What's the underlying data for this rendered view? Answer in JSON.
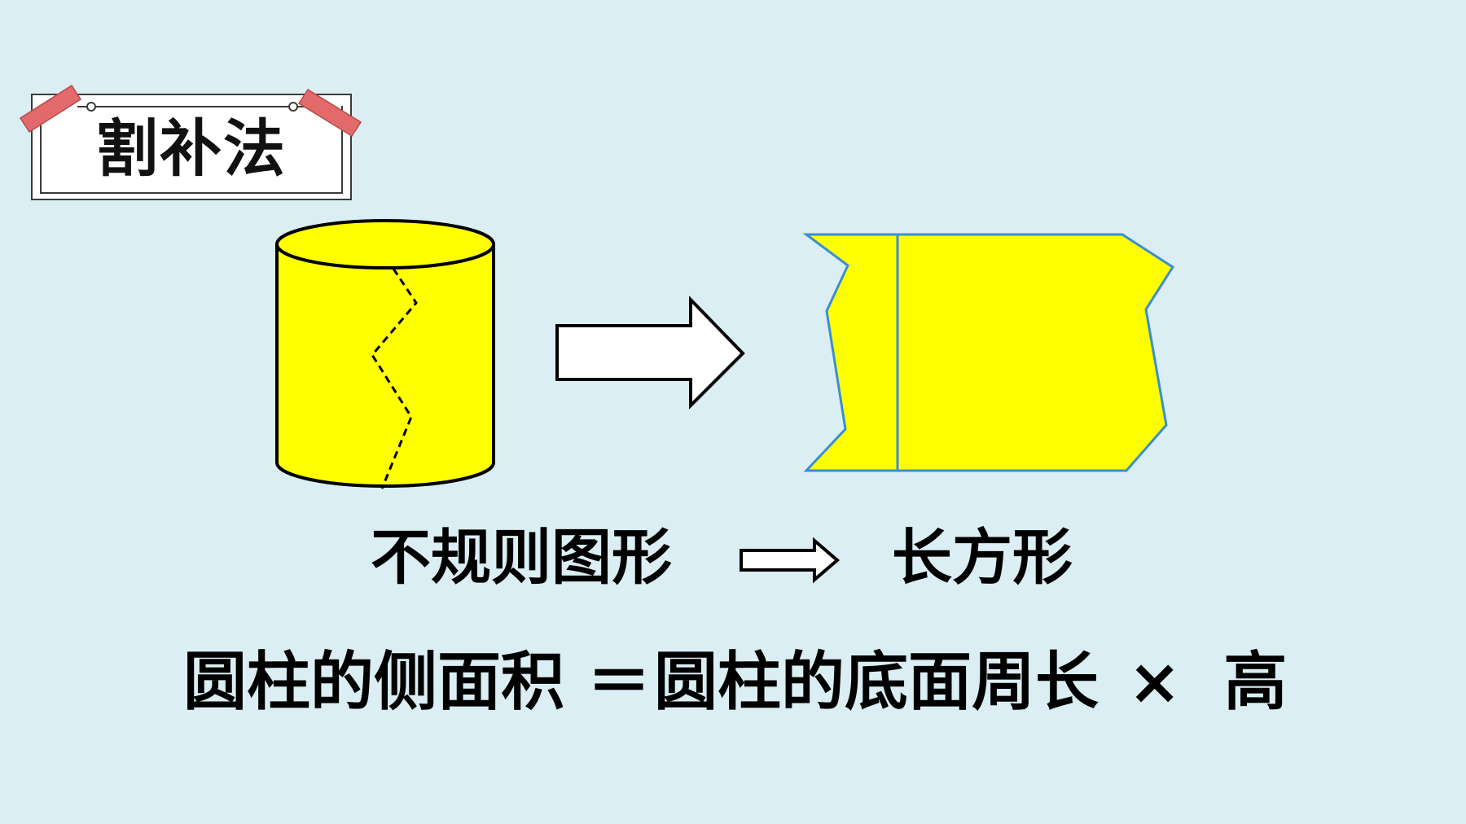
{
  "title": "割补法",
  "caption_left": "不规则图形",
  "caption_right": "长方形",
  "formula": {
    "lhs": "圆柱的侧面积",
    "eq": "＝",
    "rhs": "圆柱的底面周长",
    "times": "×",
    "height": "高"
  },
  "icons": {
    "arrow_big": "right-arrow-outline-icon",
    "arrow_small": "right-arrow-small-icon",
    "tape": "tape-icon"
  },
  "colors": {
    "background": "#daeef3",
    "shape_fill": "#ffff00",
    "rect_stroke": "#3a8fd0",
    "tape": "#e26a6a"
  }
}
